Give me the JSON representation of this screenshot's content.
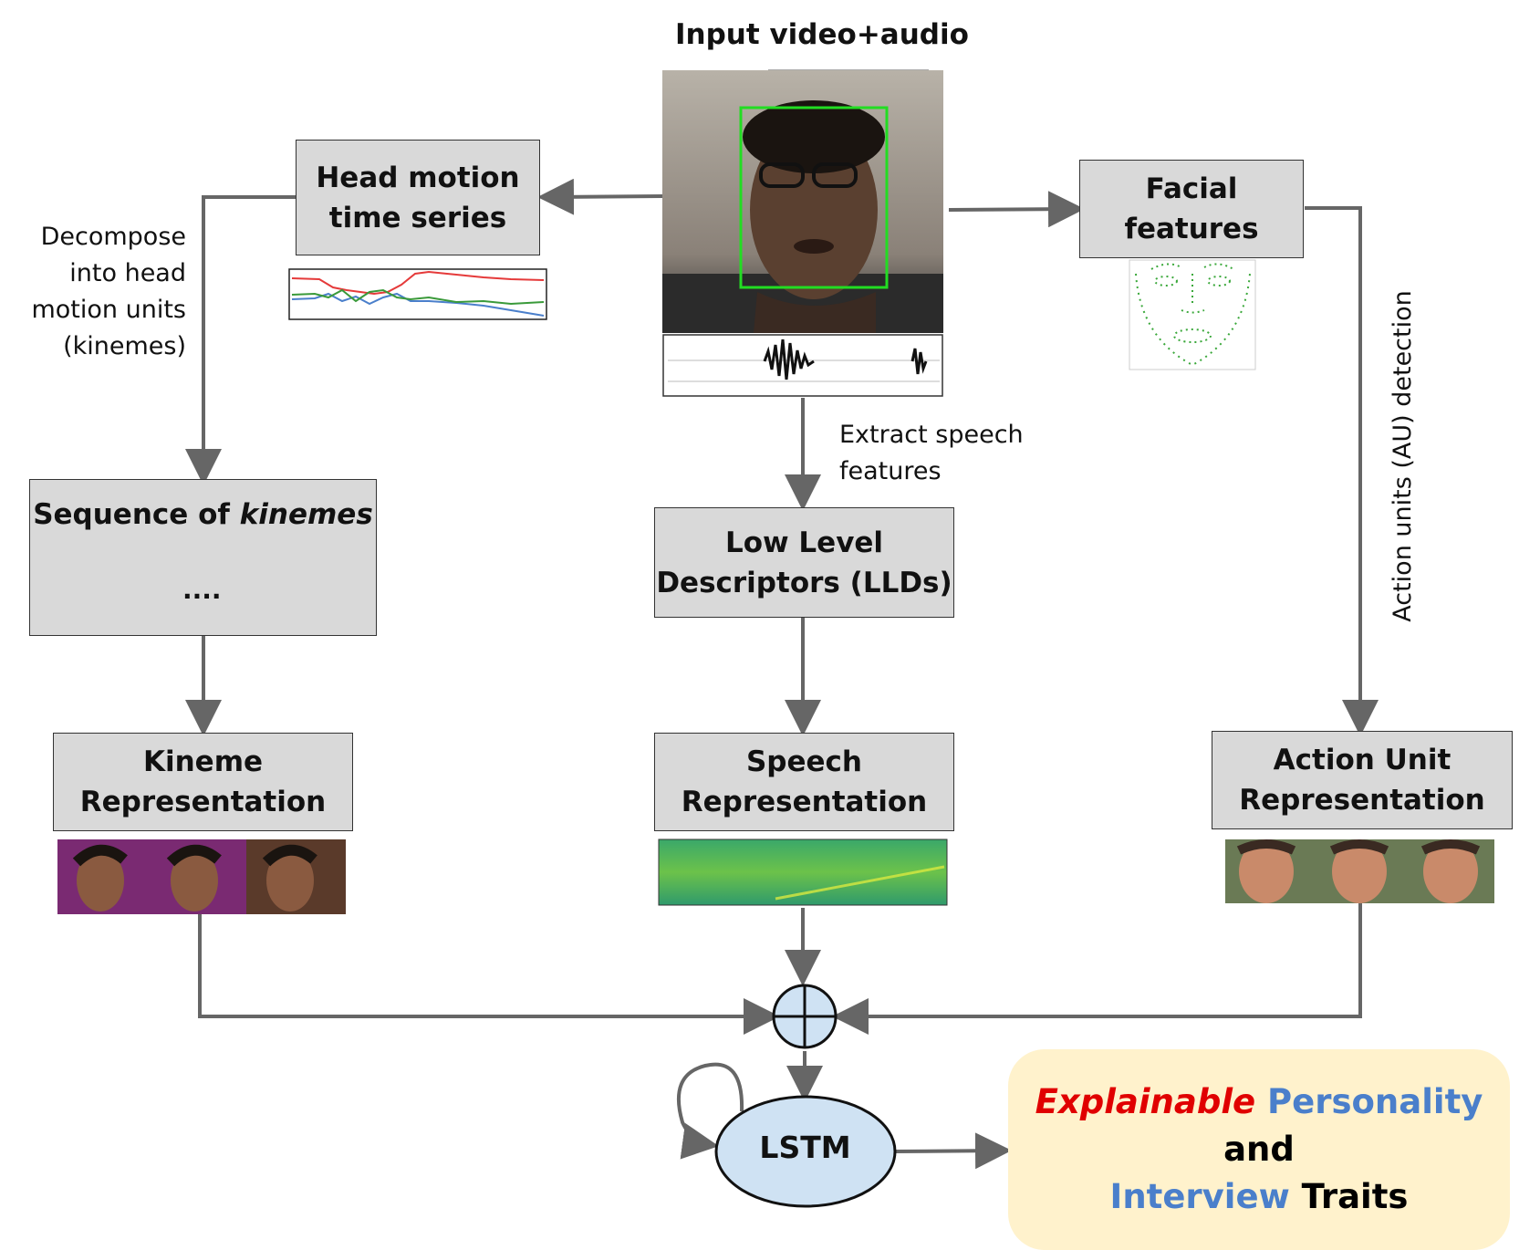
{
  "title": "Input video+audio",
  "boxes": {
    "head_motion": [
      "Head motion",
      "time series"
    ],
    "facial": [
      "Facial",
      "features"
    ],
    "kineme_seq_prefix": "Sequence of ",
    "kineme_seq_italic": "kinemes",
    "kineme_seq_dots": "....",
    "llds": [
      "Low Level",
      "Descriptors (LLDs)"
    ],
    "kineme_rep": [
      "Kineme",
      "Representation"
    ],
    "speech_rep": [
      "Speech",
      "Representation"
    ],
    "au_rep": [
      "Action Unit",
      "Representation"
    ]
  },
  "labels": {
    "decompose": [
      "Decompose",
      "into head",
      "motion units",
      "(kinemes)"
    ],
    "speech": [
      "Extract speech",
      "features"
    ],
    "au": "Action units (AU) detection"
  },
  "lstm": "LSTM",
  "traits": {
    "word1": "Explainable",
    "word2": "Personality",
    "word3": "and",
    "word4": "Interview",
    "word5": "Traits"
  },
  "colors": {
    "box_fill": "#d9d9d9",
    "arrow": "#666666",
    "lstm_fill": "#cfe2f3",
    "traits_fill": "#fff2cc",
    "explainable": "#e00000",
    "blue_words": "#4a7fcb"
  }
}
